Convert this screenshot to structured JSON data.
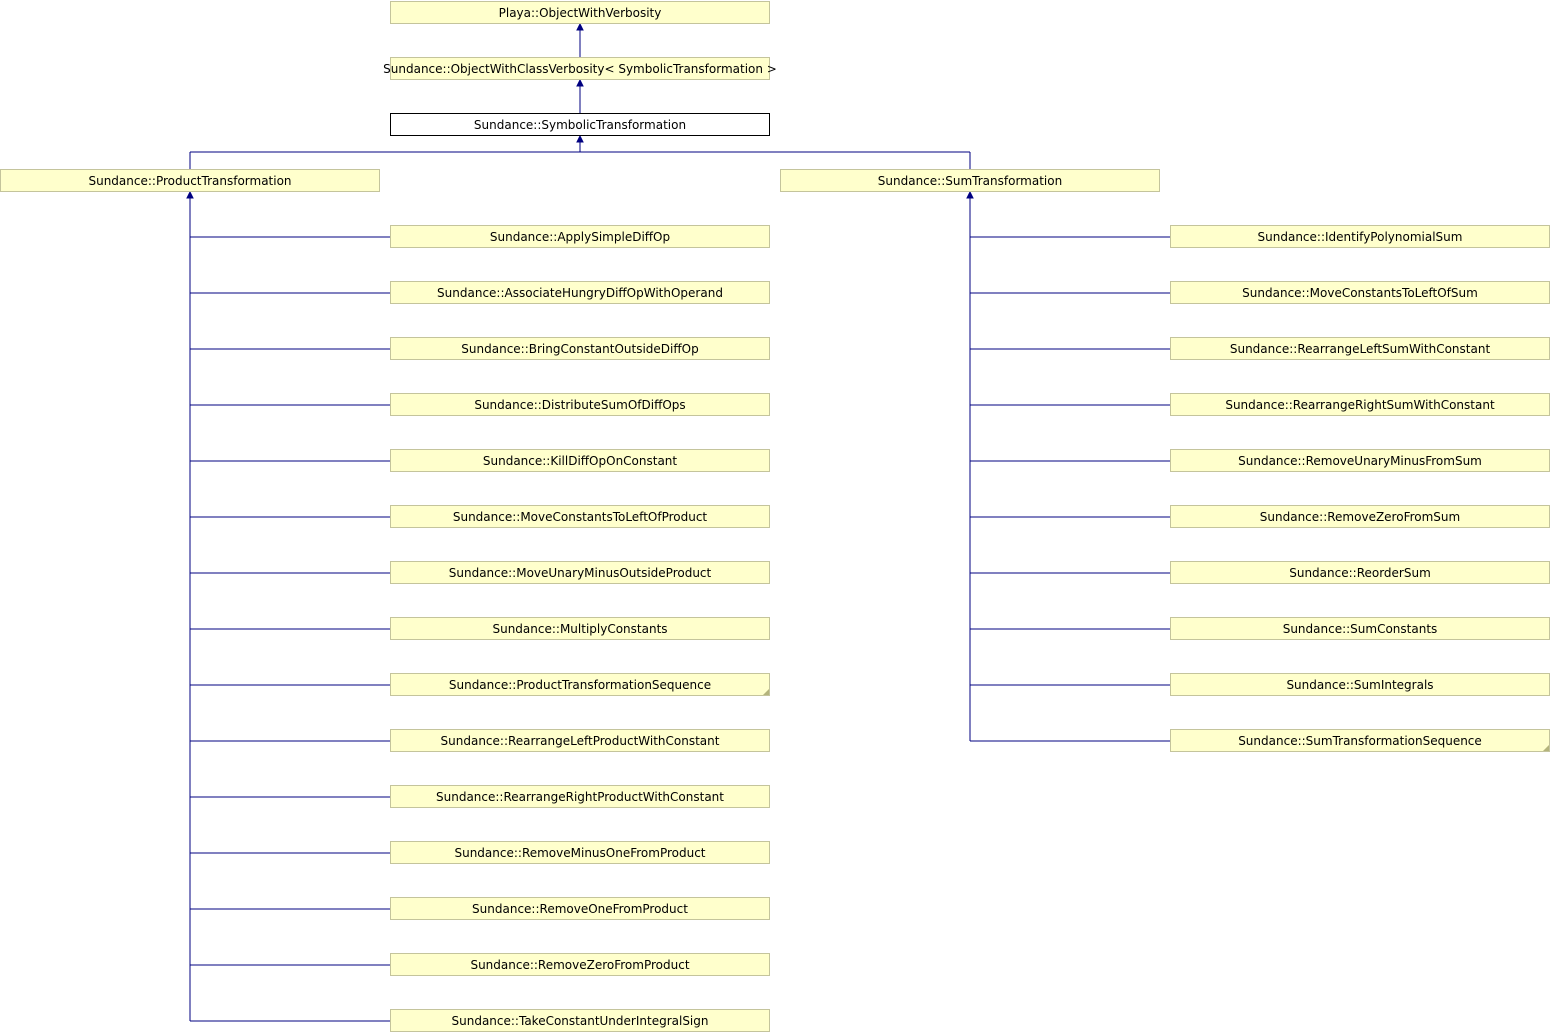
{
  "diagram": {
    "colors": {
      "node_fill": "#ffffcc",
      "node_border": "#c4c49c",
      "current_fill": "#ffffff",
      "current_border": "#000000",
      "edge": "#000080"
    },
    "chain": [
      {
        "id": "n_playa",
        "label": "Playa::ObjectWithVerbosity"
      },
      {
        "id": "n_classverb",
        "label": "Sundance::ObjectWithClassVerbosity< SymbolicTransformation >"
      },
      {
        "id": "n_symbolic",
        "label": "Sundance::SymbolicTransformation",
        "current": true
      }
    ],
    "branches": [
      {
        "id": "n_product",
        "label": "Sundance::ProductTransformation",
        "children": [
          {
            "label": "Sundance::ApplySimpleDiffOp"
          },
          {
            "label": "Sundance::AssociateHungryDiffOpWithOperand"
          },
          {
            "label": "Sundance::BringConstantOutsideDiffOp"
          },
          {
            "label": "Sundance::DistributeSumOfDiffOps"
          },
          {
            "label": "Sundance::KillDiffOpOnConstant"
          },
          {
            "label": "Sundance::MoveConstantsToLeftOfProduct"
          },
          {
            "label": "Sundance::MoveUnaryMinusOutsideProduct"
          },
          {
            "label": "Sundance::MultiplyConstants"
          },
          {
            "label": "Sundance::ProductTransformationSequence",
            "has_more": true
          },
          {
            "label": "Sundance::RearrangeLeftProductWithConstant"
          },
          {
            "label": "Sundance::RearrangeRightProductWithConstant"
          },
          {
            "label": "Sundance::RemoveMinusOneFromProduct"
          },
          {
            "label": "Sundance::RemoveOneFromProduct"
          },
          {
            "label": "Sundance::RemoveZeroFromProduct"
          },
          {
            "label": "Sundance::TakeConstantUnderIntegralSign"
          }
        ]
      },
      {
        "id": "n_sum",
        "label": "Sundance::SumTransformation",
        "children": [
          {
            "label": "Sundance::IdentifyPolynomialSum"
          },
          {
            "label": "Sundance::MoveConstantsToLeftOfSum"
          },
          {
            "label": "Sundance::RearrangeLeftSumWithConstant"
          },
          {
            "label": "Sundance::RearrangeRightSumWithConstant"
          },
          {
            "label": "Sundance::RemoveUnaryMinusFromSum"
          },
          {
            "label": "Sundance::RemoveZeroFromSum"
          },
          {
            "label": "Sundance::ReorderSum"
          },
          {
            "label": "Sundance::SumConstants"
          },
          {
            "label": "Sundance::SumIntegrals"
          },
          {
            "label": "Sundance::SumTransformationSequence",
            "has_more": true
          }
        ]
      }
    ]
  }
}
